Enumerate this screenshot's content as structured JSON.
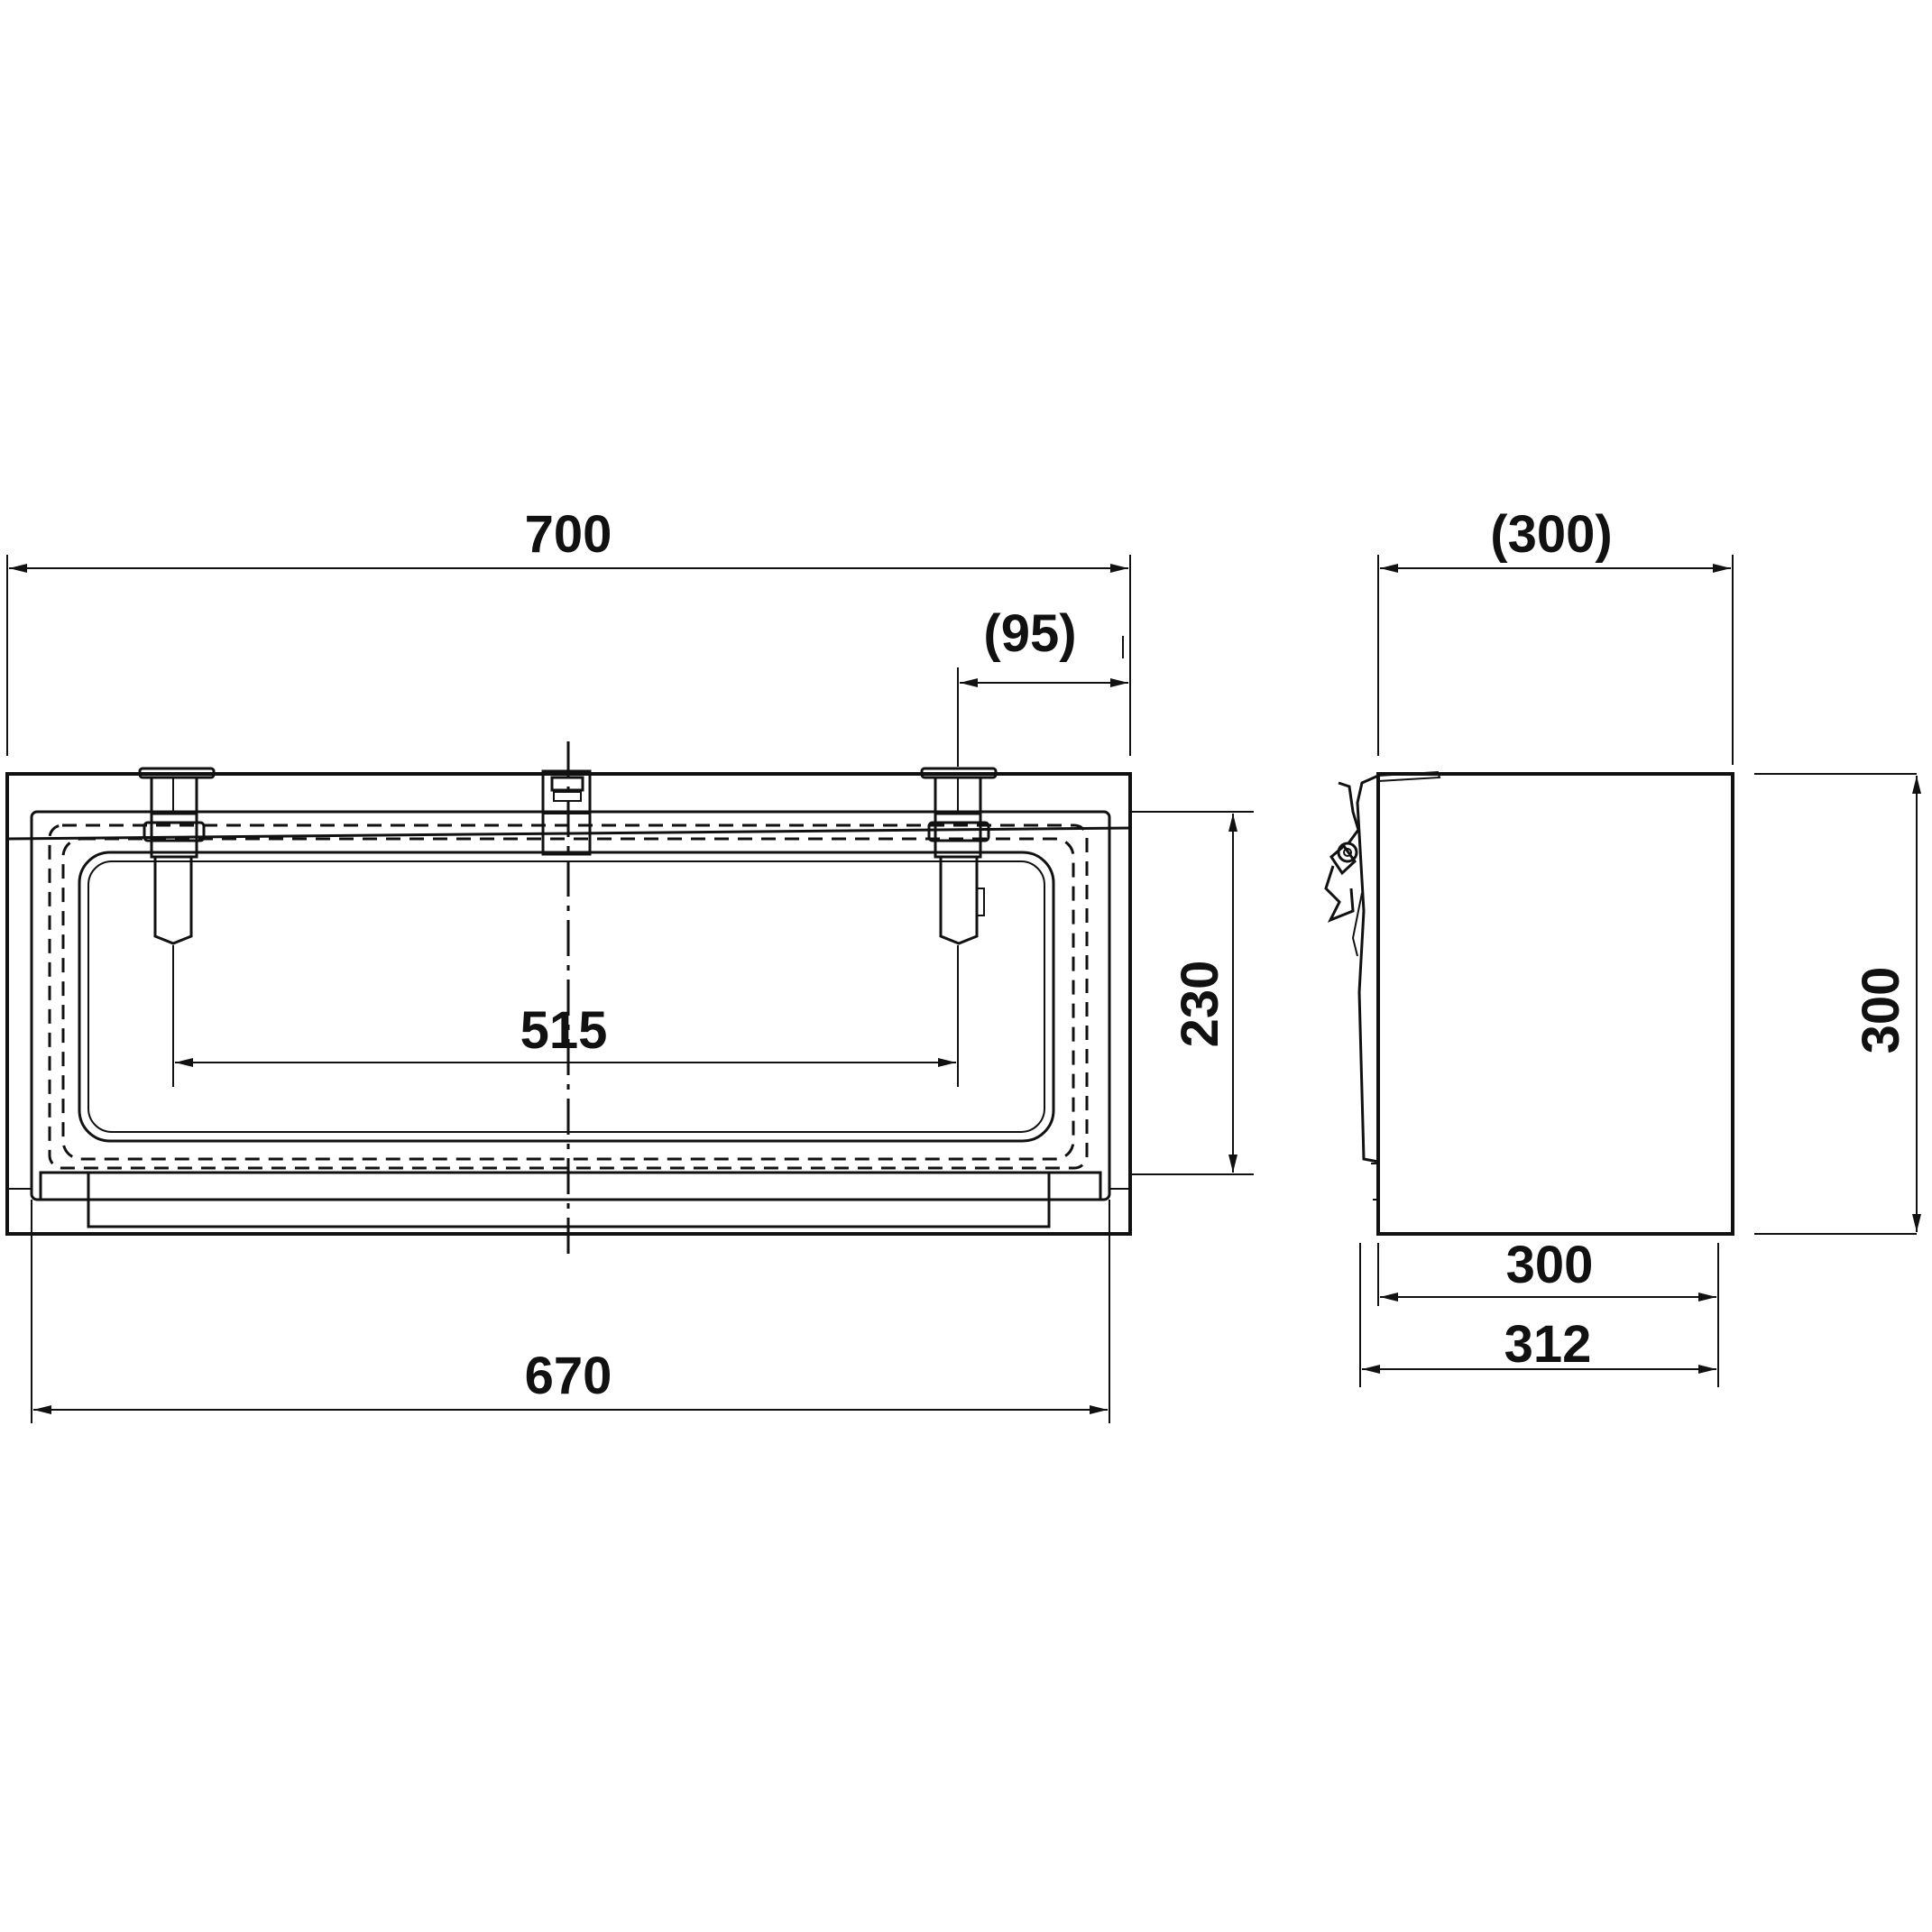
{
  "drawing": {
    "front_view": {
      "overall_width_label": "700",
      "base_width_label": "670",
      "latch_spacing_label": "515",
      "latch_offset_label": "(95)",
      "opening_height_label": "230"
    },
    "side_view": {
      "depth_reference_label": "(300)",
      "height_label": "300",
      "body_depth_label": "300",
      "overall_depth_label": "312"
    },
    "colors": {
      "line": "#111111",
      "background": "#ffffff"
    }
  }
}
